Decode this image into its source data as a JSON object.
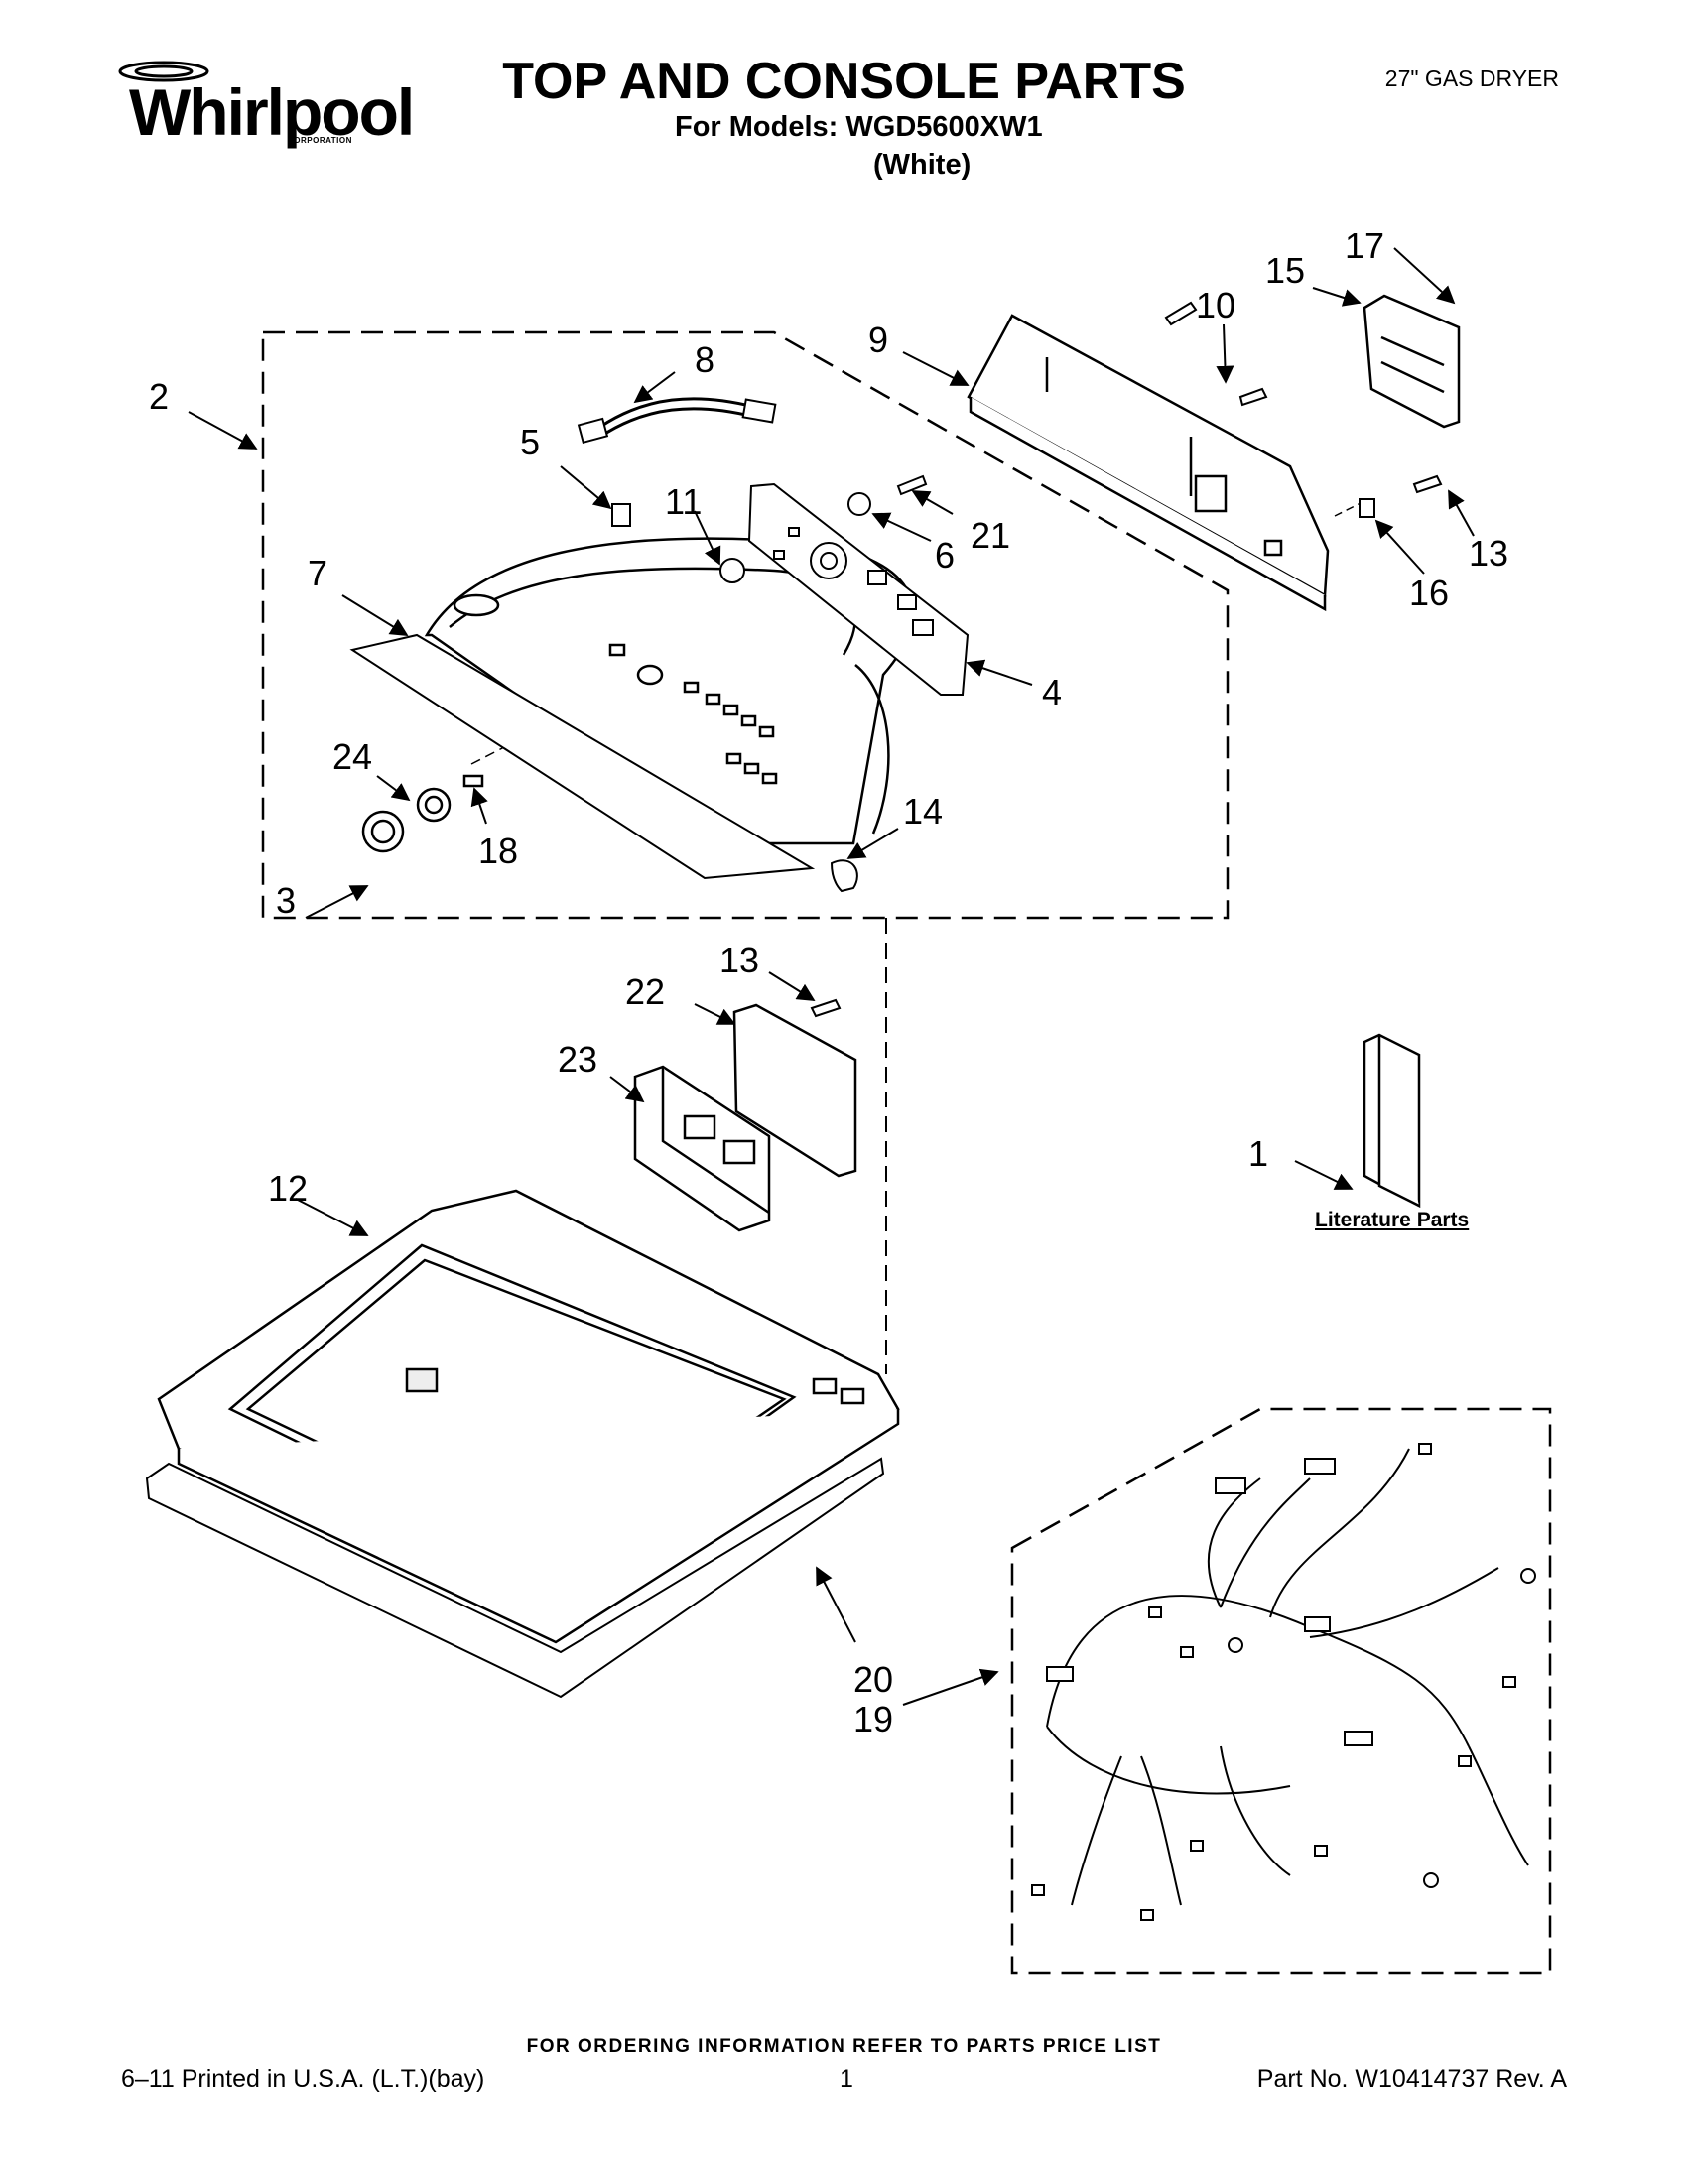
{
  "header": {
    "brand": "Whirlpool",
    "brand_sub": "CORPORATION",
    "title": "TOP AND CONSOLE PARTS",
    "models_line": "For Models: WGD5600XW1",
    "color_line": "(White)",
    "doc_type": "27\" GAS DRYER"
  },
  "callouts": [
    "1",
    "2",
    "3",
    "4",
    "5",
    "6",
    "7",
    "8",
    "9",
    "10",
    "11",
    "12",
    "13",
    "13",
    "14",
    "15",
    "16",
    "17",
    "18",
    "19",
    "20",
    "21",
    "22",
    "23",
    "24"
  ],
  "literature_label": "Literature Parts",
  "footer": {
    "ordering_note": "FOR ORDERING INFORMATION REFER TO PARTS PRICE LIST",
    "printed": "6–11 Printed in U.S.A. (L.T.)(bay)",
    "page": "1",
    "part_number": "Part No. W10414737 Rev. A"
  }
}
